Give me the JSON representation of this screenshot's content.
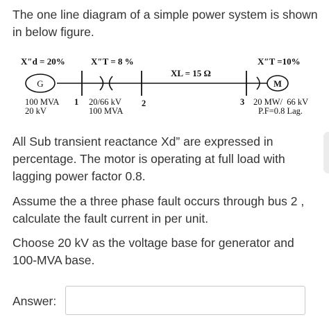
{
  "question": {
    "intro": "The one line diagram of a simple power system is shown in below figure.",
    "p1": "All Sub transient reactance Xd” are expressed in percentage. The motor is operating at full load with lagging power factor 0.8.",
    "p2": "Assume the a three phase fault occurs through bus 2 , calculate the fault current in per unit.",
    "p3": "Choose 20 kV as the voltage base for generator and 100-MVA base."
  },
  "diagram": {
    "gen_reactance": "X″d = 20%",
    "gen_symbol": "G",
    "gen_rating_1": "100 MVA",
    "gen_rating_2": "20 kV",
    "bus1": "1",
    "t1_reactance": "X″T = 8 %",
    "t1_rating_1": "20/66 kV",
    "t1_rating_2": "100 MVA",
    "bus2": "2",
    "line_reactance": "XL = 15 Ω",
    "bus3": "3",
    "t2_reactance": "X″T =10%",
    "motor_symbol": "M",
    "motor_rating_1": "20 MW/  66 kV",
    "motor_rating_2": "P.F=0.8 Lag."
  },
  "answer": {
    "label": "Answer:",
    "value": ""
  }
}
